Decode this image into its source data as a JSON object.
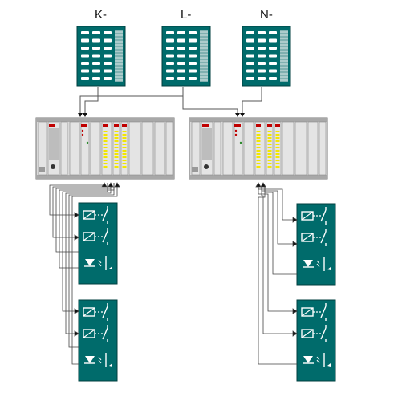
{
  "labels": {
    "k": "K-",
    "l": "L-",
    "n": "N-"
  },
  "colors": {
    "teal": "#006b6b",
    "rack": "#d9d9d9",
    "rack_dark": "#a8a8a8",
    "led_red": "#c00000",
    "led_yellow": "#f2e600",
    "wire": "#333333",
    "symbol": "#ffffff"
  },
  "icons": [
    "supply-unit-icon",
    "plc-rack-icon",
    "relay-coil-icon",
    "relay-contact-icon",
    "optocoupler-icon"
  ]
}
